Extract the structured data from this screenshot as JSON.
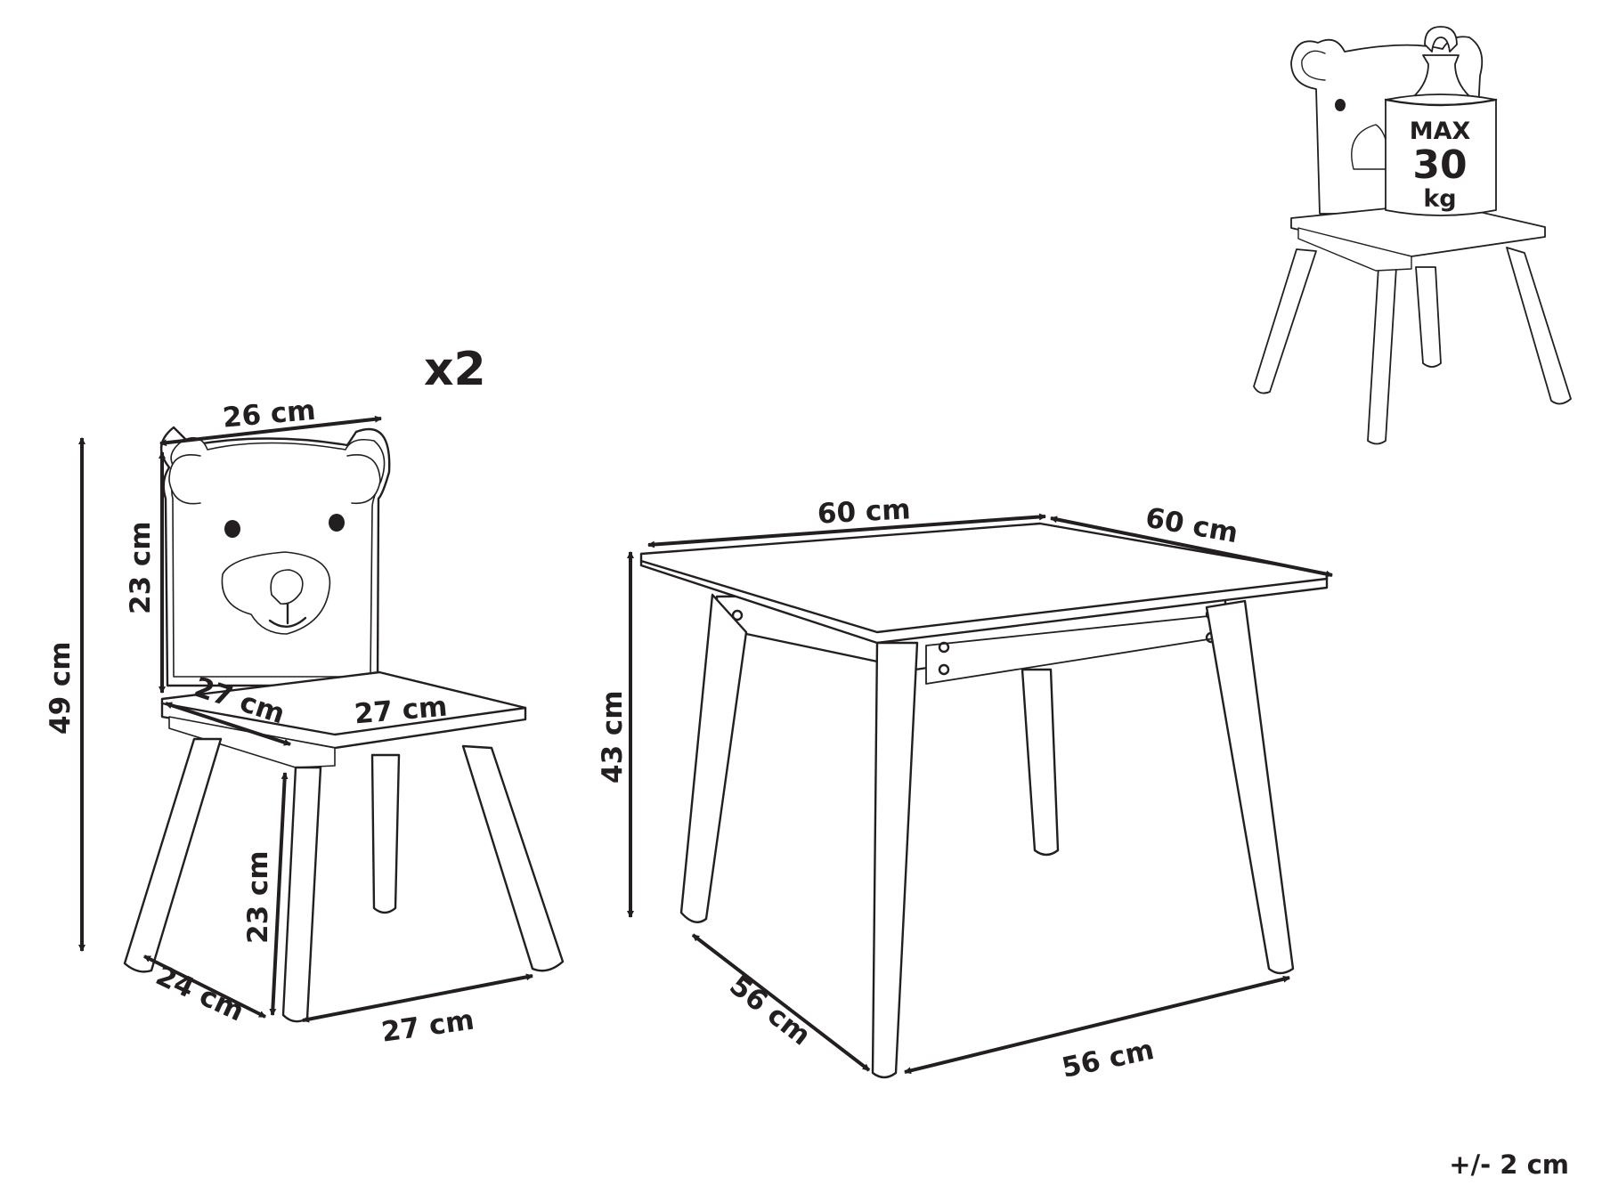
{
  "multiplier": "x2",
  "tolerance": "+/- 2 cm",
  "weight_limit": {
    "line1": "MAX",
    "line2": "30",
    "line3": "kg"
  },
  "chair_dimensions": {
    "backrest_width": "26 cm",
    "backrest_height": "23 cm",
    "total_height": "49 cm",
    "seat_depth": "27 cm",
    "seat_width": "27 cm",
    "seat_height": "23 cm",
    "base_depth": "24 cm",
    "base_width": "27 cm"
  },
  "table_dimensions": {
    "top_width": "60 cm",
    "top_depth": "60 cm",
    "height": "43 cm",
    "base_depth": "56 cm",
    "base_width": "56 cm"
  }
}
